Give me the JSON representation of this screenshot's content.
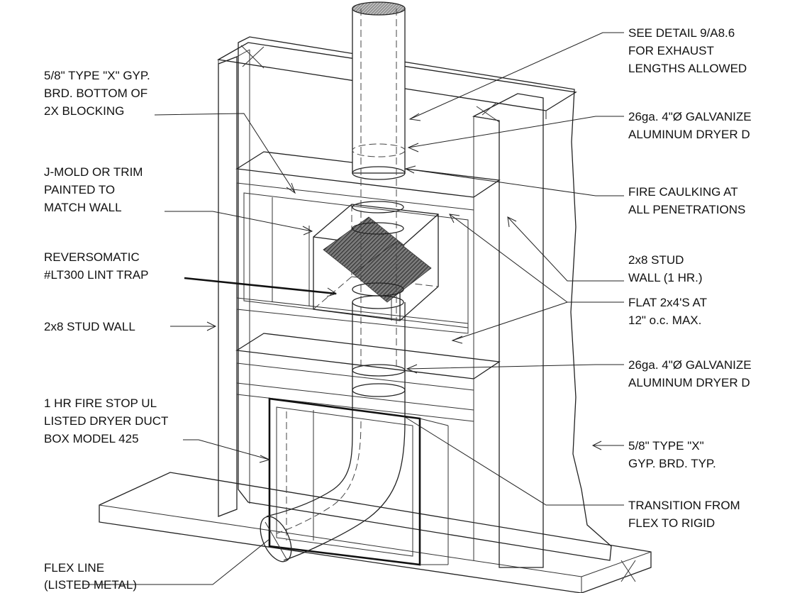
{
  "callouts": {
    "gyp_blocking": [
      "5/8\" TYPE \"X\" GYP.",
      "BRD.  BOTTOM OF",
      "2X BLOCKING"
    ],
    "j_mold": [
      "J-MOLD OR TRIM",
      "PAINTED TO",
      "MATCH WALL"
    ],
    "lint_trap": [
      "REVERSOMATIC",
      "#LT300 LINT TRAP"
    ],
    "stud_wall_left": [
      "2x8 STUD WALL"
    ],
    "fire_stop_box": [
      "1 HR FIRE STOP UL",
      "LISTED DRYER DUCT",
      "BOX MODEL 425"
    ],
    "flex_line": [
      "FLEX LINE",
      "(LISTED METAL)"
    ],
    "see_detail": [
      "SEE DETAIL 9/A8.6",
      "FOR EXHAUST",
      "LENGTHS ALLOWED"
    ],
    "duct_upper": [
      "26ga. 4\"Ø GALVANIZE",
      "ALUMINUM DRYER D"
    ],
    "fire_caulking": [
      "FIRE CAULKING AT",
      "ALL PENETRATIONS"
    ],
    "stud_wall_right": [
      "2x8 STUD",
      "WALL (1 HR.)"
    ],
    "flat_2x4": [
      "FLAT 2x4'S AT",
      "12\" o.c. MAX."
    ],
    "duct_lower": [
      "26ga. 4\"Ø GALVANIZE",
      "ALUMINUM DRYER D"
    ],
    "gyp_typ": [
      "5/8\" TYPE \"X\"",
      "GYP. BRD. TYP."
    ],
    "transition": [
      "TRANSITION FROM",
      "FLEX TO RIGID"
    ]
  },
  "colors": {
    "line": "#222222",
    "hatch": "#555555",
    "background": "#ffffff"
  }
}
